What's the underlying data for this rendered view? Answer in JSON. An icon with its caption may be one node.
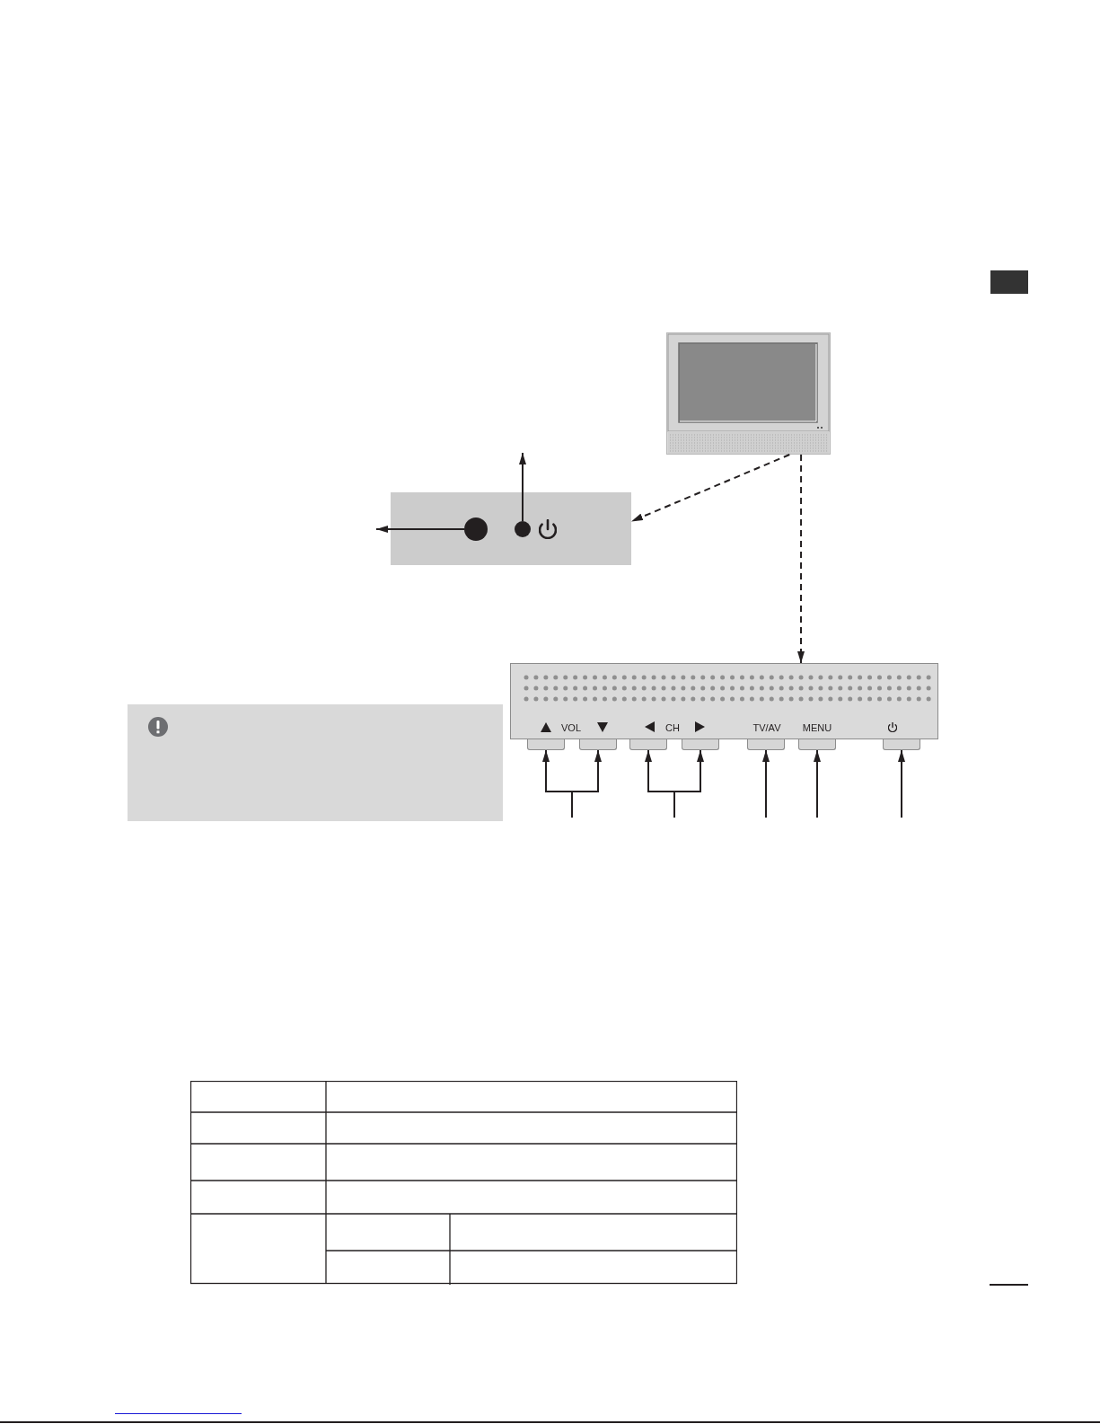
{
  "diagram": {
    "nodes": [
      {
        "text": [],
        "shape": "picture"
      },
      {
        "text": [],
        "shape": "box"
      },
      {
        "text": [],
        "shape": "circle",
        "in": 1
      },
      {
        "text": [],
        "shape": "circle",
        "in": 1
      },
      {
        "text": [
          "VOL",
          "CH",
          "TV/AV",
          "MENU"
        ]
      },
      {
        "text": [],
        "shape": "box"
      },
      {
        "text": [],
        "shape": "box"
      },
      {
        "text": [],
        "shape": "box"
      },
      {
        "text": [],
        "shape": "box"
      },
      {
        "text": [],
        "shape": "box"
      },
      {
        "text": [],
        "shape": "box"
      },
      {
        "text": [],
        "shape": "box"
      },
      {
        "text": [],
        "shape": "box"
      }
    ],
    "edges": [
      {
        "from": 0,
        "to": 1,
        "arrow": "to",
        "style": "dashed"
      },
      {
        "from": 0,
        "to": 4,
        "arrow": "to",
        "style": "dashed"
      },
      {
        "from": 2,
        "to": null,
        "arrow": "to"
      },
      {
        "from": 3,
        "to": null,
        "arrow": "to"
      },
      {
        "from": null,
        "to": 6,
        "arrow": "to"
      },
      {
        "from": null,
        "to": 7,
        "arrow": "to"
      },
      {
        "from": null,
        "to": 8,
        "arrow": "to"
      },
      {
        "from": null,
        "to": 9,
        "arrow": "to"
      },
      {
        "from": null,
        "to": 10,
        "arrow": "to"
      },
      {
        "from": null,
        "to": 11,
        "arrow": "to"
      },
      {
        "from": null,
        "to": 12,
        "arrow": "to"
      }
    ]
  }
}
